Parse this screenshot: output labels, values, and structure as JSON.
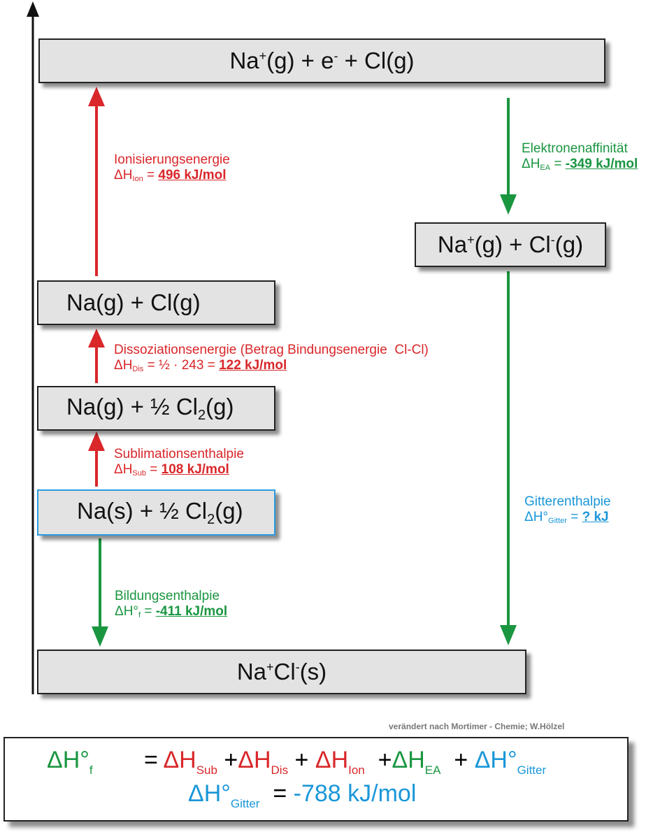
{
  "levels": {
    "ion_gas": {
      "species1": "Na",
      "charge1": "+",
      "mid1": "(g) + e",
      "charge2": "-",
      "rest": " + Cl(g)"
    },
    "ions": {
      "species1": "Na",
      "charge1": "+",
      "mid": "(g) + Cl",
      "charge2": "-",
      "rest": "(g)"
    },
    "atoms_gas": {
      "text": "Na(g) + Cl(g)"
    },
    "na_gas": {
      "pre": "Na(g) + ½ Cl",
      "sub": "2",
      "post": "(g)"
    },
    "standard": {
      "pre": "Na(s) + ½ Cl",
      "sub": "2",
      "post": "(g)"
    },
    "salt": {
      "species1": "Na",
      "charge1": "+",
      "mid": "Cl",
      "charge2": "-",
      "rest": "(s)"
    }
  },
  "steps": {
    "ionization": {
      "name": "Ionisierungsenergie",
      "symbol": "ΔH",
      "sub": "Ion",
      "eq": " = ",
      "value": "496 kJ/mol"
    },
    "electron_affinity": {
      "name": "Elektronenaffinität",
      "symbol": "ΔH",
      "sub": "EA",
      "eq": " = ",
      "value": "-349 kJ/mol"
    },
    "dissociation": {
      "name": "Dissoziationsenergie (Betrag Bindungsenergie  Cl-Cl)",
      "symbol": "ΔH",
      "sub": "Dis",
      "eq": " = ½ · 243 = ",
      "value": "122 kJ/mol"
    },
    "sublimation": {
      "name": "Sublimationsenthalpie",
      "symbol": "ΔH",
      "sub": "Sub",
      "eq": " = ",
      "value": "108 kJ/mol"
    },
    "lattice": {
      "name": "Gitterenthalpie",
      "symbol": "ΔH°",
      "sub": "Gitter",
      "eq": " = ",
      "value": "? kJ"
    },
    "formation": {
      "name": "Bildungsenthalpie",
      "symbol": "ΔH°",
      "sub": "f",
      "eq": " = ",
      "value": "-411 kJ/mol"
    }
  },
  "credit": "verändert nach Mortimer - Chemie; W.Hölzel",
  "formula": {
    "lhs": "ΔH°",
    "lhs_sub": "f",
    "eq": "=",
    "t1": "ΔH",
    "t1_sub": "Sub",
    "plus": "+",
    "t2": "ΔH",
    "t2_sub": "Dis",
    "t3": "ΔH",
    "t3_sub": "Ion",
    "t4": "ΔH",
    "t4_sub": "EA",
    "t5": "ΔH°",
    "t5_sub": "Gitter",
    "result_lhs": "ΔH°",
    "result_sub": "Gitter",
    "result_eq": "=",
    "result_value": "-788 kJ/mol"
  },
  "colors": {
    "red": "#d9272a",
    "green": "#1a9641",
    "blue": "#1a97d8",
    "box": "#e3e3e3"
  }
}
